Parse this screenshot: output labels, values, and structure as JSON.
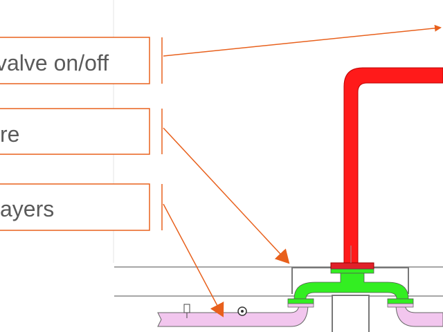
{
  "labels": [
    {
      "text": "valve on/off"
    },
    {
      "text": "re"
    },
    {
      "text": "ayers"
    }
  ],
  "colors": {
    "accent": "#e8601c",
    "hot_pipe": "#ff1a1a",
    "fitting": "#33ee22",
    "cold_pipe": "#f2c6ee",
    "outline": "#777777"
  }
}
